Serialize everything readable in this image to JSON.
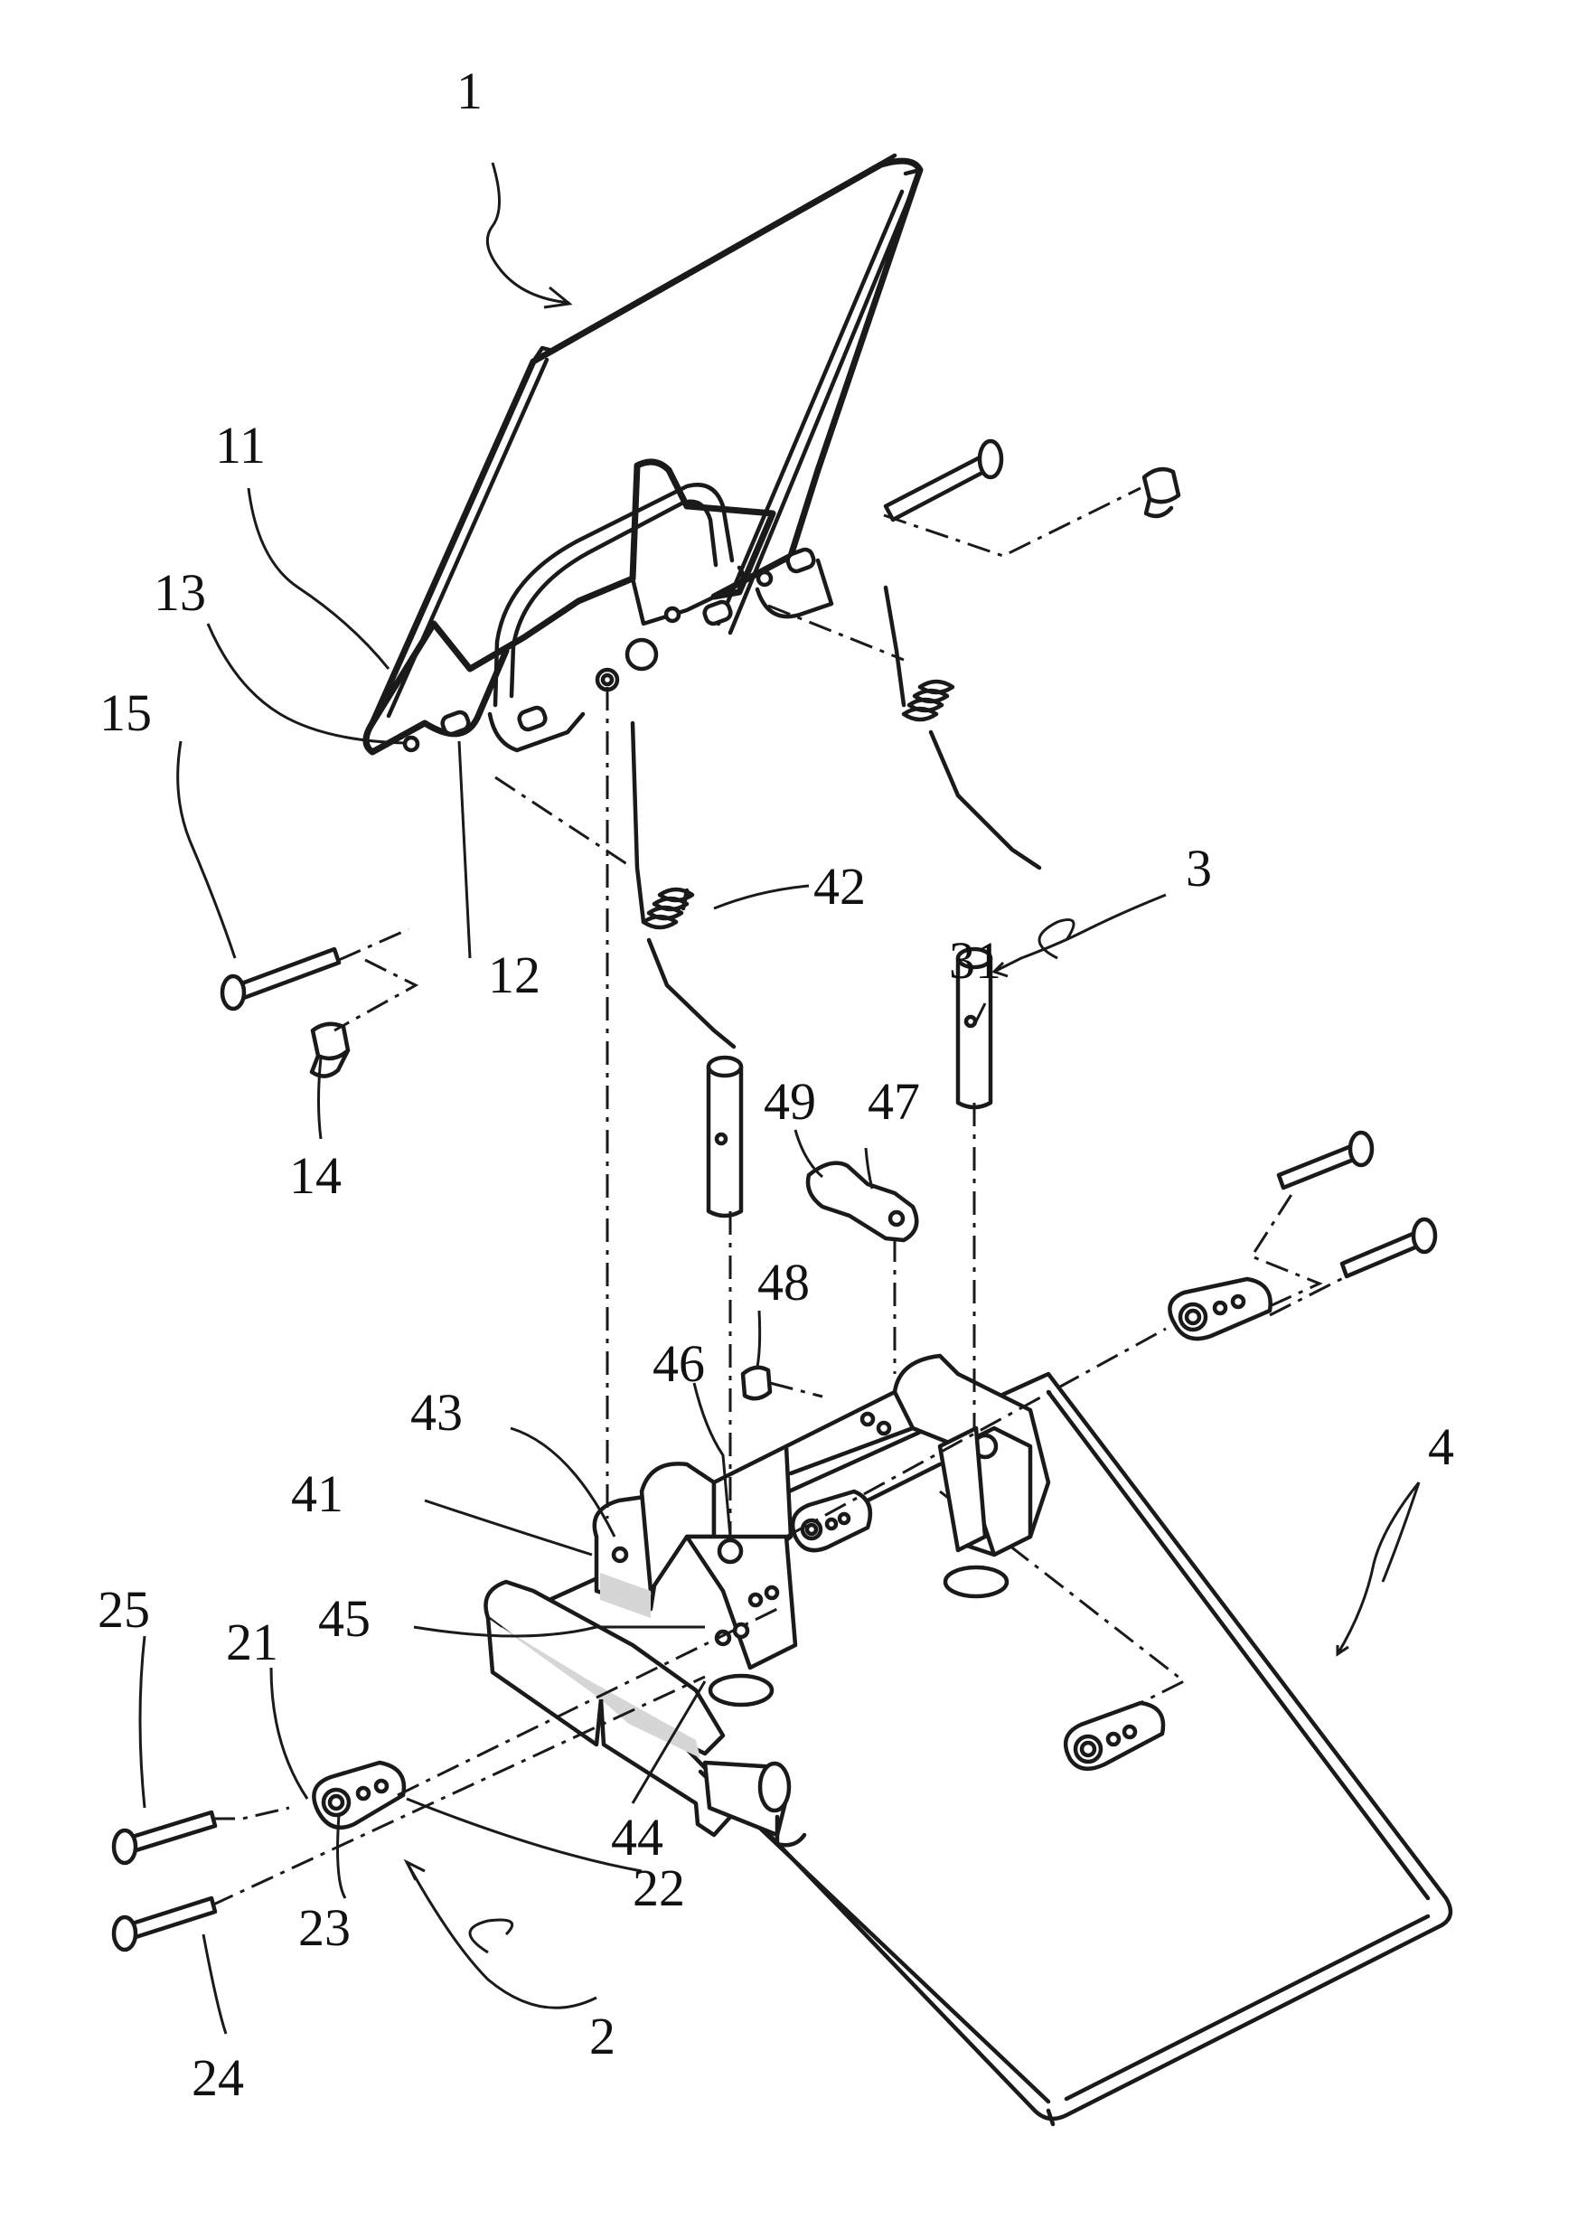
{
  "figure": {
    "labels": {
      "n1": "1",
      "n2": "2",
      "n3": "3",
      "n4": "4",
      "n11": "11",
      "n12": "12",
      "n13": "13",
      "n14": "14",
      "n15": "15",
      "n21": "21",
      "n22": "22",
      "n23": "23",
      "n24": "24",
      "n25": "25",
      "n31": "31",
      "n41": "41",
      "n42": "42",
      "n43": "43",
      "n44": "44",
      "n45": "45",
      "n46": "46",
      "n47": "47",
      "n48": "48",
      "n49": "49"
    }
  }
}
